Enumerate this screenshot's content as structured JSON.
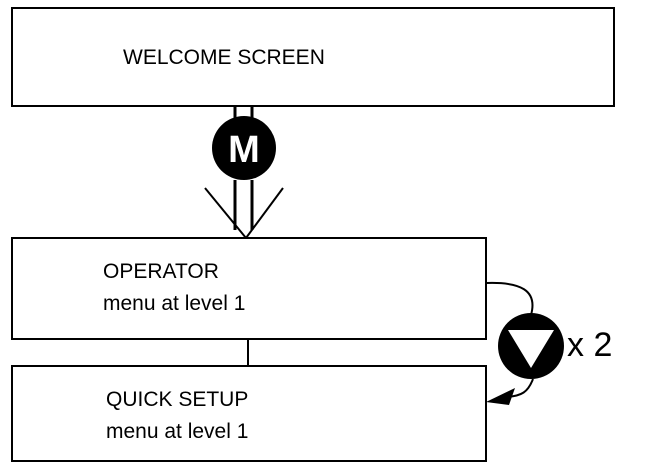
{
  "welcome_screen": {
    "label": "WELCOME SCREEN"
  },
  "menu_key": {
    "label": "M",
    "icon": "menu-key-icon"
  },
  "operator_menu": {
    "title": "OPERATOR",
    "subtitle": "menu at level 1"
  },
  "down_key": {
    "icon": "down-arrow-key-icon",
    "repeat_label": "x 2"
  },
  "quick_setup_menu": {
    "title": "QUICK SETUP",
    "subtitle": "menu at level 1"
  },
  "colors": {
    "stroke": "#000000",
    "fill": "#000000",
    "background": "#ffffff",
    "key_text": "#ffffff"
  }
}
